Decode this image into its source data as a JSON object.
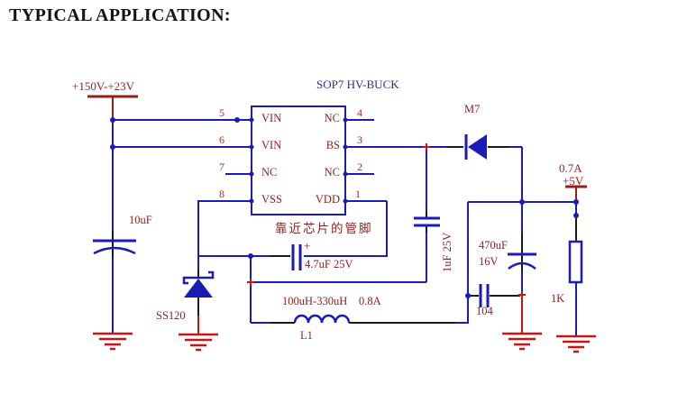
{
  "title": "TYPICAL APPLICATION:",
  "colors": {
    "wire_blue": "#1b1bb5",
    "wire_black": "#1a1a1a",
    "ground_red": "#cc1414",
    "terminal_dark_red": "#991b1b",
    "label_dark_red": "#8b2222",
    "ic_title_blue": "#2b2b9e"
  },
  "ic": {
    "name": "SOP7 HV-BUCK",
    "left_pins": [
      {
        "num": "5",
        "label": "VIN"
      },
      {
        "num": "6",
        "label": "VIN"
      },
      {
        "num": "7",
        "label": "NC"
      },
      {
        "num": "8",
        "label": "VSS"
      }
    ],
    "right_pins": [
      {
        "num": "4",
        "label": "NC"
      },
      {
        "num": "3",
        "label": "BS"
      },
      {
        "num": "2",
        "label": "NC"
      },
      {
        "num": "1",
        "label": "VDD"
      }
    ]
  },
  "labels": {
    "input_voltage": "+150V-+23V",
    "input_cap": "10uF",
    "freewheel_diode": "SS120",
    "pcb_note_cn": "靠近芯片的管脚",
    "vdd_cap_polarity": "+",
    "vdd_cap": "4.7uF 25V",
    "bootstrap_cap": "1uF 25V",
    "bootstrap_diode": "M7",
    "inductor_range": "100uH-330uH",
    "inductor_current": "0.8A",
    "inductor_ref": "L1",
    "output_cap": "470uF",
    "output_cap_voltage": "16V",
    "hf_cap": "104",
    "load_resistor": "1K",
    "output_current": "0.7A",
    "output_voltage": "+5V"
  }
}
